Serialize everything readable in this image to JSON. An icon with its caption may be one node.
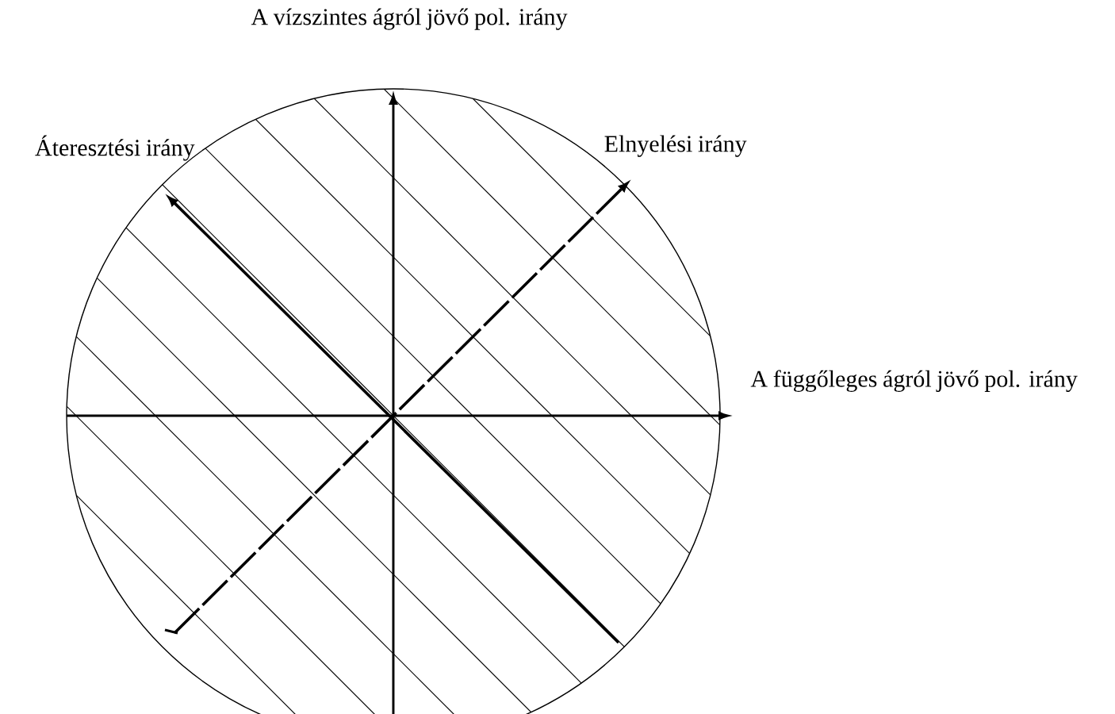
{
  "diagram": {
    "labels": [
      "A vízszintes ágról jövő pol. irány",
      "Áteresztési irány",
      "Elnyelési irány",
      "A függőleges ágról jövő pol. irány"
    ]
  }
}
